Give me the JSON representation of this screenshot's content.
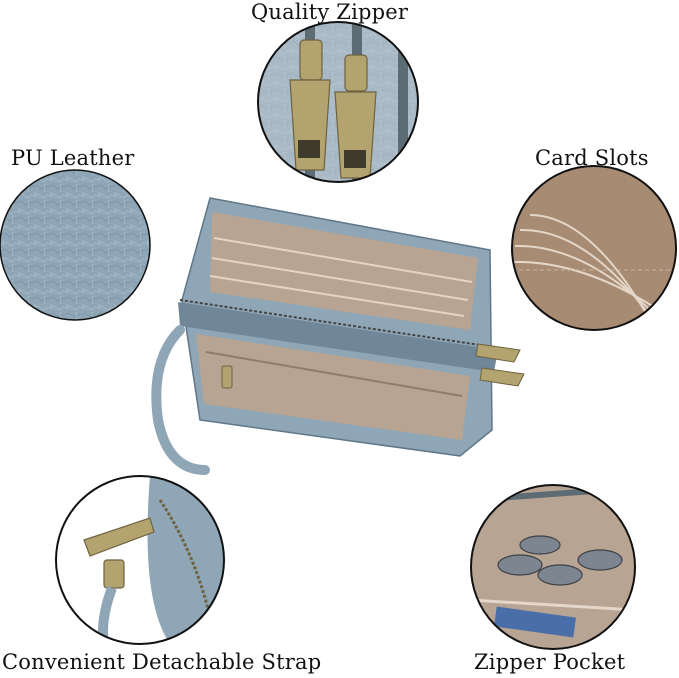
{
  "features": {
    "quality_zipper": "Quality Zipper",
    "pu_leather": "PU Leather",
    "card_slots": "Card Slots",
    "strap": "Convenient Detachable Strap",
    "zipper_pocket": "Zipper Pocket"
  },
  "colors": {
    "leather_blue": "#8fa6b6",
    "leather_blue_dark": "#6f8799",
    "interior_taupe": "#b7a493",
    "interior_shadow": "#8e7c6d",
    "zipper_gold": "#b3a36f",
    "card_slot_brown": "#a78b73",
    "background": "#ffffff"
  },
  "icons": {
    "quality_zipper": "zipper-pulls-closeup",
    "pu_leather": "leather-texture-closeup",
    "card_slots": "card-slots-closeup",
    "strap": "strap-clasp-closeup",
    "zipper_pocket": "coin-pocket-closeup"
  }
}
